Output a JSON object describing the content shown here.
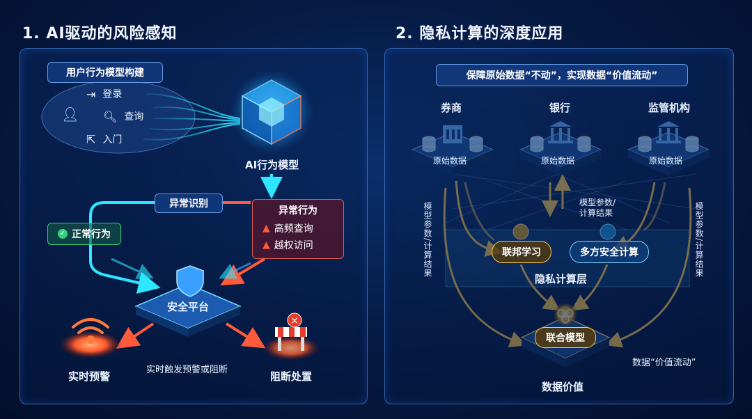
{
  "left": {
    "title": "1. AI驱动的风险感知",
    "user_model_label": "用户行为模型构建",
    "actions": [
      {
        "label": "登录",
        "icon": "login-icon"
      },
      {
        "label": "查询",
        "icon": "search-icon"
      },
      {
        "label": "入门",
        "icon": "entry-icon"
      }
    ],
    "ai_model_label": "AI行为模型",
    "anomaly_detect_label": "异常识别",
    "normal_behavior_label": "正常行为",
    "abnormal_box": {
      "title": "异常行为",
      "items": [
        "高频查询",
        "越权访问"
      ]
    },
    "security_platform_label": "安全平台",
    "realtime_alert_label": "实时预警",
    "trigger_label": "实时触发预警或阻断",
    "block_label": "阻断处置"
  },
  "right": {
    "title": "2. 隐私计算的深度应用",
    "banner": "保障原始数据“不动”，实现数据“价值流动”",
    "institutions": [
      {
        "name": "券商",
        "data_label": "原始数据"
      },
      {
        "name": "银行",
        "data_label": "原始数据"
      },
      {
        "name": "监管机构",
        "data_label": "原始数据"
      }
    ],
    "vertical_label_left": "模型参数/计算结果",
    "center_param_label_line1": "模型参数/",
    "center_param_label_line2": "计算结果",
    "vertical_label_right": "模型参数/计算结果",
    "federated_learning_label": "联邦学习",
    "mpc_label": "多方安全计算",
    "privacy_layer_label": "隐私计算层",
    "joint_model_label": "联合模型",
    "value_flow_label": "数据“价值流动”",
    "data_value_label": "数据价值"
  },
  "colors": {
    "accent_cyan": "#2ee6ff",
    "alert_red": "#ff5a3c",
    "gold": "#ffc94d",
    "normal_green": "#35d07f"
  }
}
